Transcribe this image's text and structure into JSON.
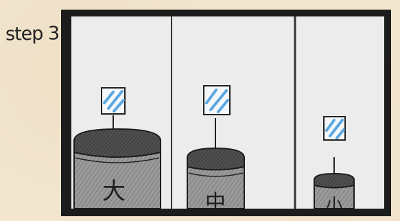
{
  "step_label": "step 3",
  "panels": [
    {
      "label": "大"
    },
    {
      "label": "中"
    },
    {
      "label": "小"
    }
  ],
  "colors": {
    "paper": "#f3e6cf",
    "frame": "#1c1c1c",
    "panel_bg": "#ededed",
    "cylinder_body": "#8e8e8e",
    "cylinder_top": "#4a4a4a",
    "ice_blue": "#5aa6e0"
  }
}
